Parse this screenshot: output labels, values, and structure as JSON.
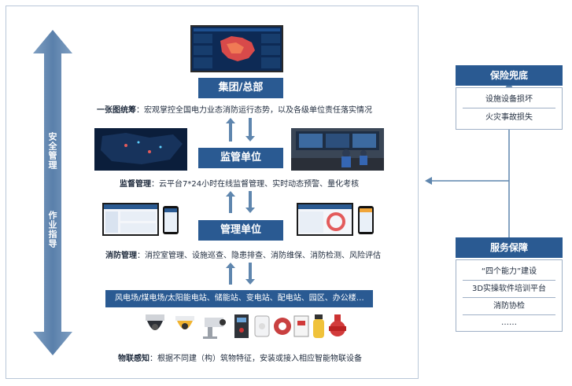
{
  "left_axis": {
    "top_label": "安全管理",
    "bottom_label": "作业指导"
  },
  "levels": {
    "group": {
      "title": "集团/总部"
    },
    "supervision": {
      "title": "监管单位"
    },
    "management": {
      "title": "管理单位"
    }
  },
  "captions": {
    "overview_bold": "一张图统筹",
    "overview_text": "：宏观掌控全国电力业态消防运行态势，以及各级单位责任落实情况",
    "supervision_bold": "监督管理",
    "supervision_text": "：云平台7*24小时在线监督管理、实时动态预警、量化考核",
    "fire_bold": "消防管理",
    "fire_text": "：消控室管理、设施巡查、隐患排查、消防维保、消防检测、风险评估",
    "iot_bold": "物联感知",
    "iot_text": "：根据不同建（构）筑物特征，安装或接入相应智能物联设备"
  },
  "sites_bar": "风电场/煤电场/太阳能电站、储能站、变电站、配电站、园区、办公楼…",
  "insurance": {
    "title": "保险兜底",
    "items": [
      "设施设备损坏",
      "火灾事故损失"
    ]
  },
  "service": {
    "title": "服务保障",
    "items": [
      "“四个能力”建设",
      "3D实操软件培训平台",
      "消防协检",
      "……"
    ]
  },
  "devices": [
    "dome-camera",
    "dome-camera-white",
    "ptz-camera",
    "control-box",
    "smoke-detector",
    "current-transformer",
    "breaker-module",
    "fire-extinguisher",
    "water-valve"
  ],
  "colors": {
    "primary": "#2a5a92",
    "arrow": "#5f86ae",
    "frame": "#b9c7d8"
  }
}
